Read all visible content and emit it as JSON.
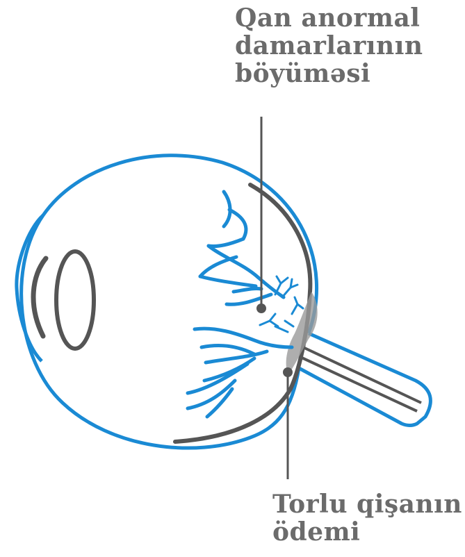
{
  "labels": {
    "top": {
      "lines": [
        "Qan anormal",
        "damarlarının",
        "böyüməsi"
      ]
    },
    "bottom": {
      "lines": [
        "Torlu qişanın",
        "ödemi"
      ]
    }
  },
  "colors": {
    "eye_outline": "#1a8ad4",
    "vessels": "#1a8ad4",
    "retina_layer": "#555555",
    "leader_line": "#555555",
    "label_text": "#6b6b6b",
    "edema_shading": "#9a9a9a"
  }
}
